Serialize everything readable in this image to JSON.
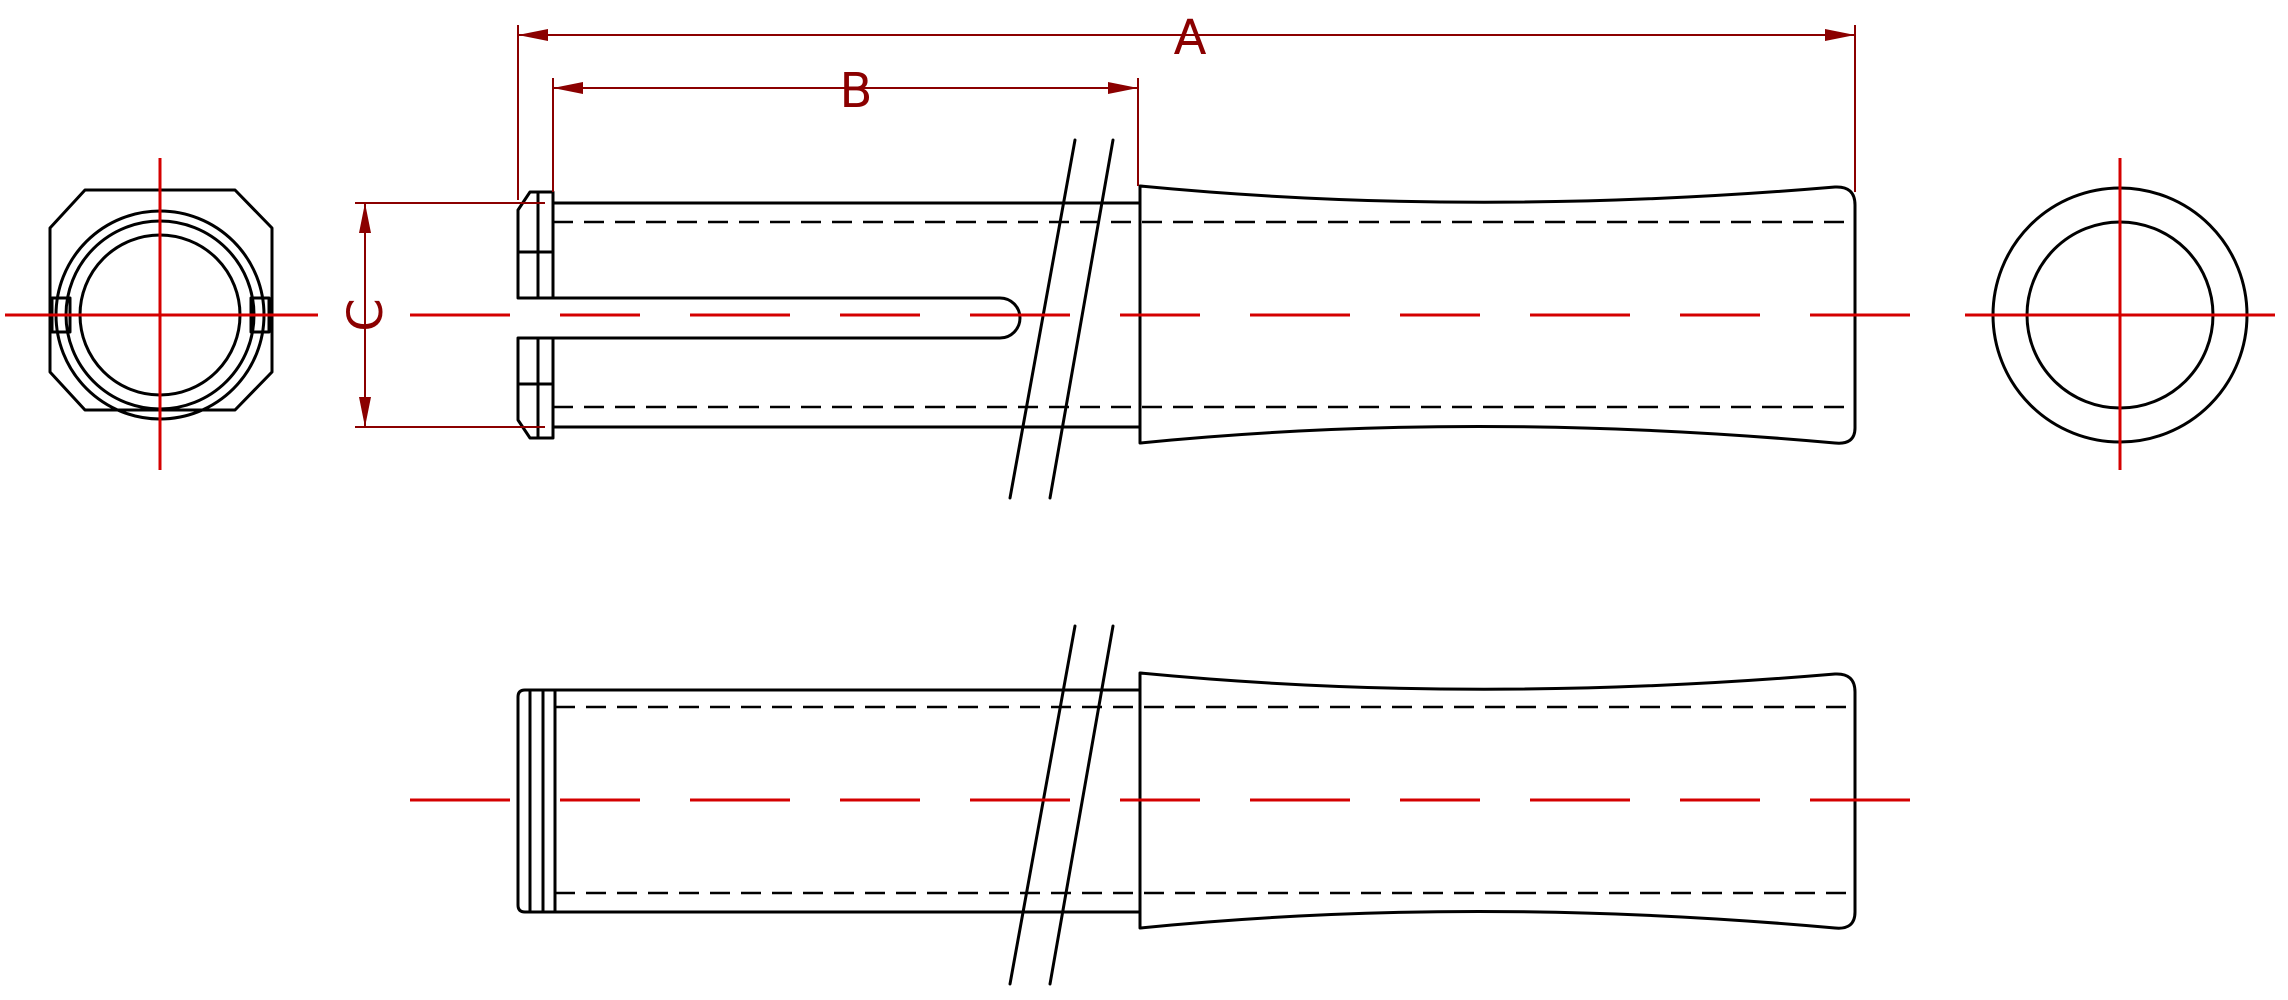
{
  "dimensions": {
    "overall_length_label": "A",
    "slot_length_label": "B",
    "diameter_label": "C"
  },
  "colors": {
    "outline": "#000000",
    "centerline": "#d40000",
    "dimension": "#8b0000",
    "background": "#ffffff"
  }
}
